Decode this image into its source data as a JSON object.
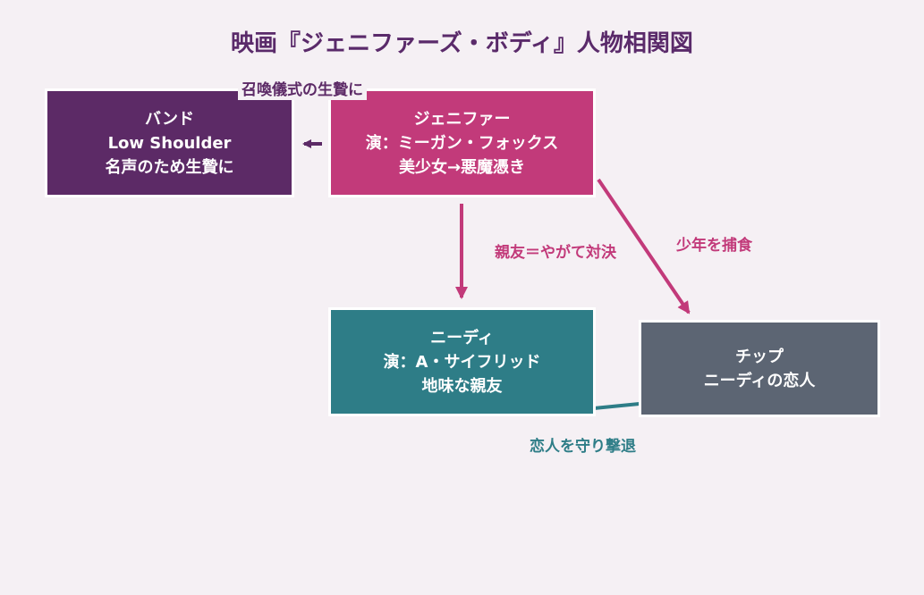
{
  "title": "映画『ジェニファーズ・ボディ』人物相関図",
  "nodes": {
    "band": {
      "lines": [
        "バンド",
        "Low Shoulder",
        "名声のため生贄に"
      ]
    },
    "jennifer": {
      "lines": [
        "ジェニファー",
        "演：ミーガン・フォックス",
        "美少女→悪魔憑き"
      ]
    },
    "needy": {
      "lines": [
        "ニーディ",
        "演：A・サイフリッド",
        "地味な親友"
      ]
    },
    "chip": {
      "lines": [
        "チップ",
        "ニーディの恋人"
      ]
    }
  },
  "edges": {
    "summon": "召喚儀式の生贄に",
    "friend": "親友＝やがて対決",
    "prey": "少年を捕食",
    "protect": "恋人を守り撃退"
  },
  "colors": {
    "band": "#5c2a66",
    "jennifer": "#c23a7a",
    "needy": "#2e7d87",
    "chip": "#5c6573",
    "background": "#f5f0f4"
  }
}
